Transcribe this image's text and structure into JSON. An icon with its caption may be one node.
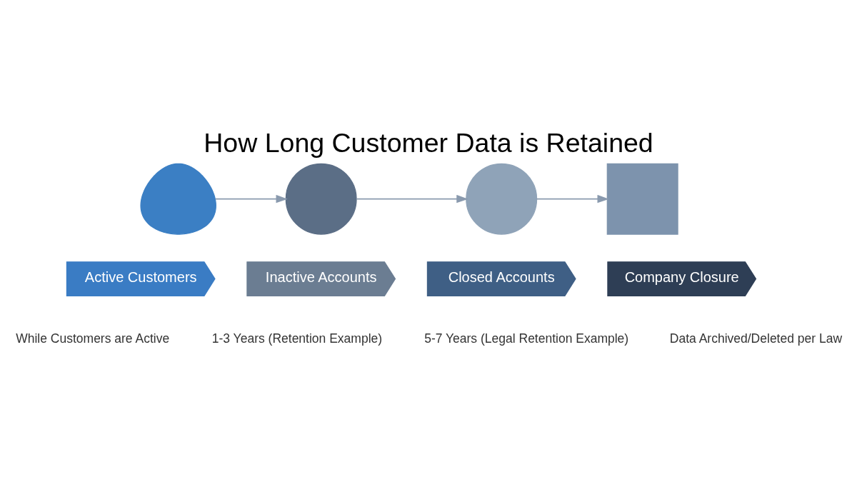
{
  "diagram": {
    "title": "How Long Customer Data is Retained",
    "nodes": [
      {
        "text": [],
        "shape": "person"
      },
      {
        "text": [],
        "shape": "circle"
      },
      {
        "text": [],
        "shape": "circle"
      },
      {
        "text": [],
        "shape": "box"
      },
      {
        "text": [
          "Active Customers"
        ],
        "beside": [
          "While Customers are Active"
        ]
      },
      {
        "text": [
          "Inactive Accounts"
        ],
        "beside": [
          "1-3 Years (Retention Example)"
        ]
      },
      {
        "text": [
          "Closed Accounts"
        ],
        "beside": [
          "5-7 Years (Legal Retention Example)"
        ]
      },
      {
        "text": [
          "Company Closure"
        ],
        "beside": [
          "Data Archived/Deleted per Law"
        ]
      }
    ],
    "edges": [
      {
        "from": 0,
        "to": 1,
        "arrow": "to"
      },
      {
        "from": 1,
        "to": 2,
        "arrow": "to"
      },
      {
        "from": 2,
        "to": 3,
        "arrow": "to"
      }
    ]
  }
}
